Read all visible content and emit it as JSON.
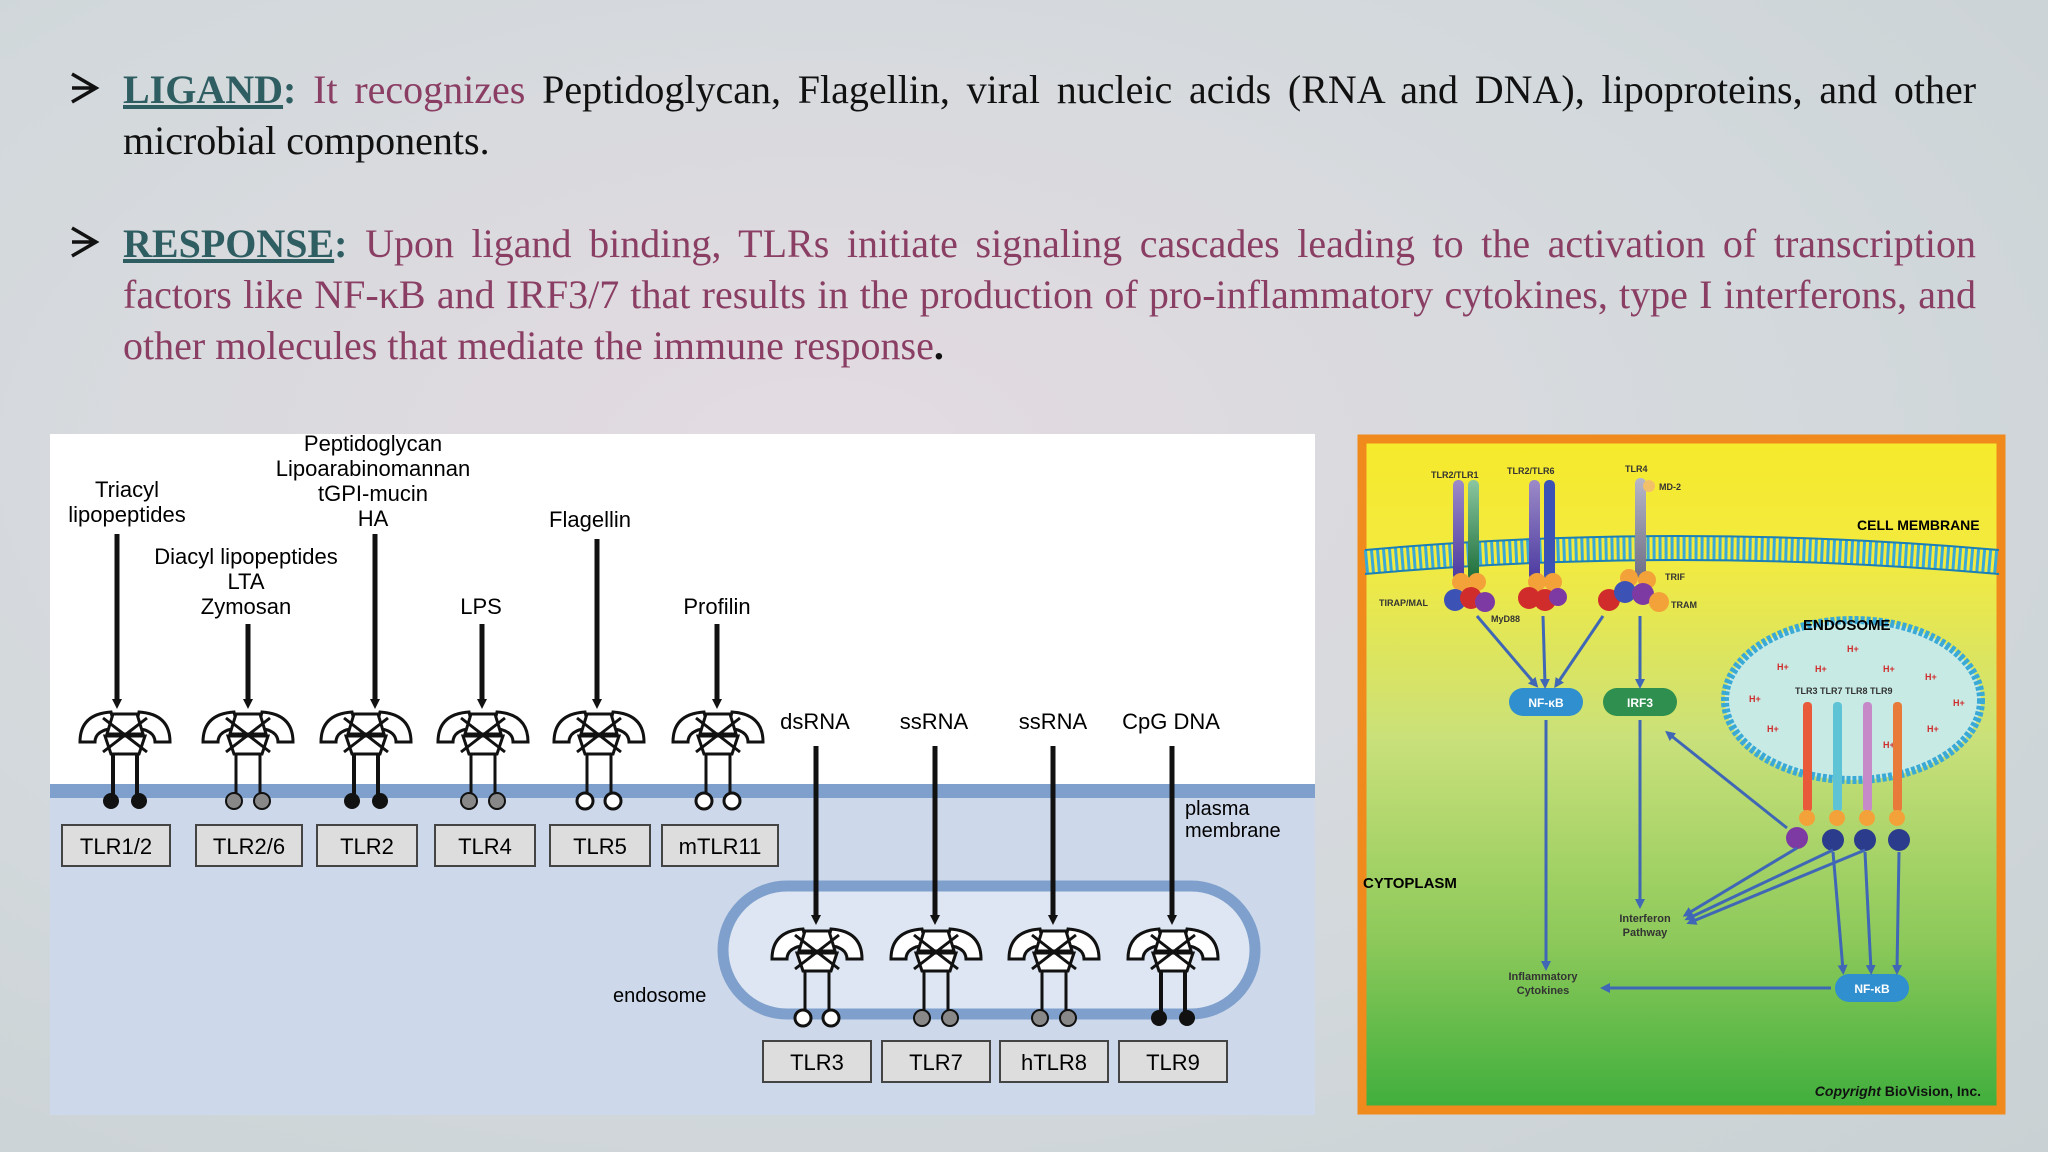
{
  "bullets": [
    {
      "term": "LIGAND",
      "colon": ":",
      "lead": "It recognizes",
      "body": "Peptidoglycan, Flagellin, viral nucleic acids (RNA and DNA), lipoproteins, and other microbial components."
    },
    {
      "term": "RESPONSE",
      "colon": ":",
      "body": "Upon ligand binding, TLRs initiate signaling cascades leading to the activation of transcription factors like NF-κB and IRF3/7 that results in the production of pro-inflammatory cytokines, type I interferons, and other molecules that mediate the immune response",
      "end": "."
    }
  ],
  "left_figure": {
    "ligands": {
      "triacyl": [
        "Triacyl",
        "lipopeptides"
      ],
      "diacyl": [
        "Diacyl lipopeptides",
        "LTA",
        "Zymosan"
      ],
      "pg": [
        "Peptidoglycan",
        "Lipoarabinomannan",
        "tGPI-mucin",
        "HA"
      ],
      "lps": "LPS",
      "flagellin": "Flagellin",
      "profilin": "Profilin",
      "nucleic": [
        "dsRNA",
        "ssRNA",
        "ssRNA",
        "CpG DNA"
      ]
    },
    "surface_receptors": [
      "TLR1/2",
      "TLR2/6",
      "TLR2",
      "TLR4",
      "TLR5",
      "mTLR11"
    ],
    "endosomal_receptors": [
      "TLR3",
      "TLR7",
      "hTLR8",
      "TLR9"
    ],
    "plasma_membrane": [
      "plasma",
      "membrane"
    ],
    "endosome": "endosome"
  },
  "right_figure": {
    "cell_membrane": "CELL MEMBRANE",
    "tlr_labels": [
      "TLR2/TLR1",
      "TLR2/TLR6",
      "TLR4",
      "MD-2"
    ],
    "adaptors": [
      "TIRAP/MAL",
      "MyD88",
      "TRIF",
      "TRAM"
    ],
    "endosome": "ENDOSOME",
    "endo_tlrs": "TLR3  TLR7  TLR8  TLR9",
    "h_plus": "H+",
    "nfkb": "NF-κB",
    "irf3": "IRF3",
    "cytoplasm": "CYTOPLASM",
    "interferon": [
      "Interferon",
      "Pathway"
    ],
    "inflammatory": [
      "Inflammatory",
      "Cytokines"
    ],
    "copyright_italic": "Copyright",
    "copyright_rest": "BioVision, Inc.",
    "colors": {
      "border": "#f08a1c",
      "top": "#f5ea2a",
      "bottom": "#3fae3c",
      "membrane": "#3aa9d6"
    }
  }
}
